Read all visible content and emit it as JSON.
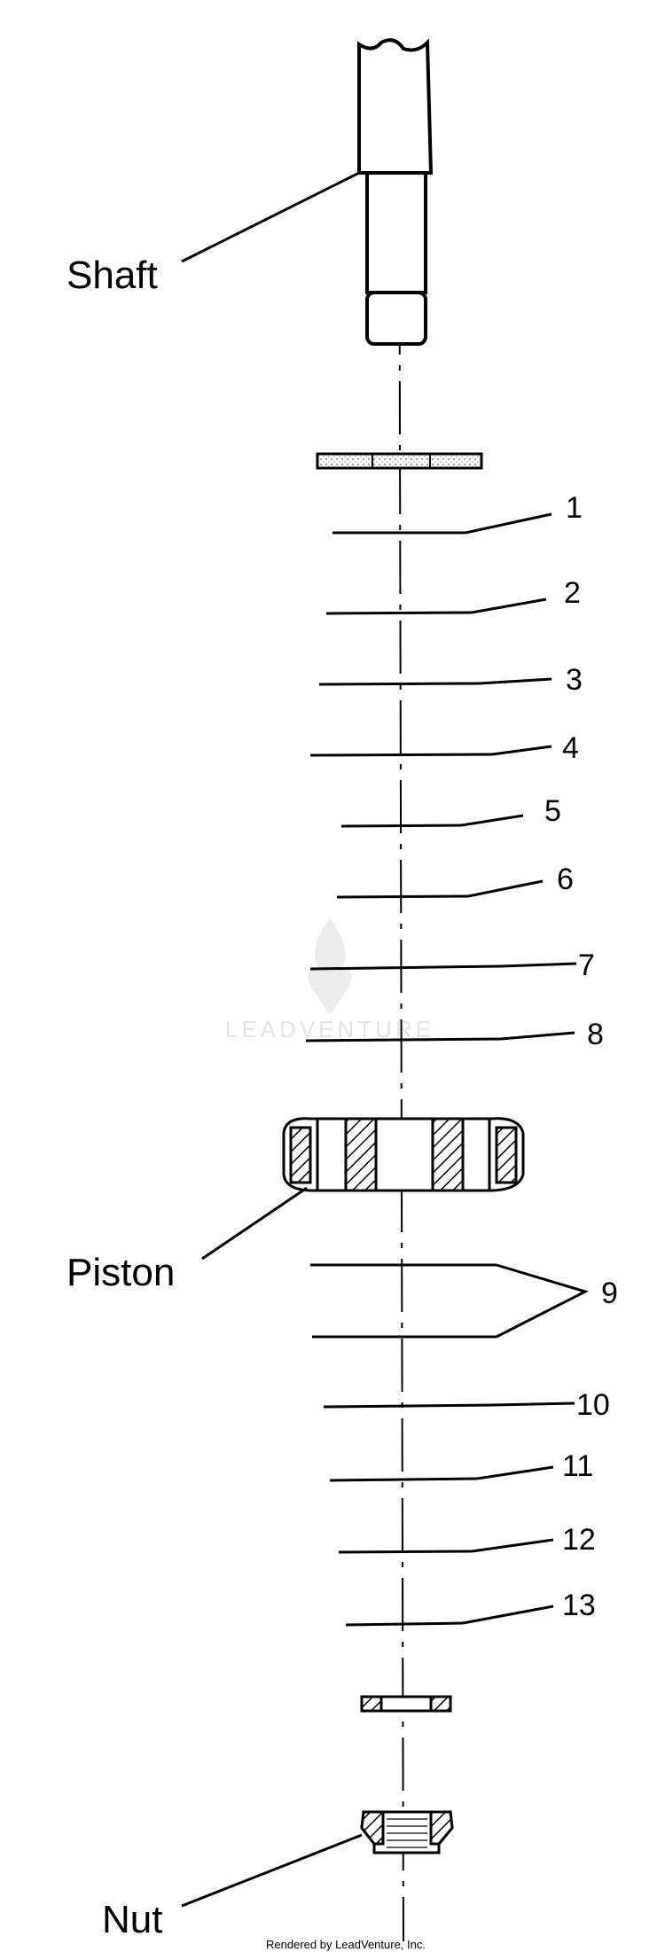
{
  "labels": {
    "shaft": "Shaft",
    "piston": "Piston",
    "nut": "Nut"
  },
  "callouts": [
    "1",
    "2",
    "3",
    "4",
    "5",
    "6",
    "7",
    "8",
    "9",
    "10",
    "11",
    "12",
    "13"
  ],
  "watermark": "LEADVENTURE",
  "footer": "Rendered by LeadVenture, Inc."
}
